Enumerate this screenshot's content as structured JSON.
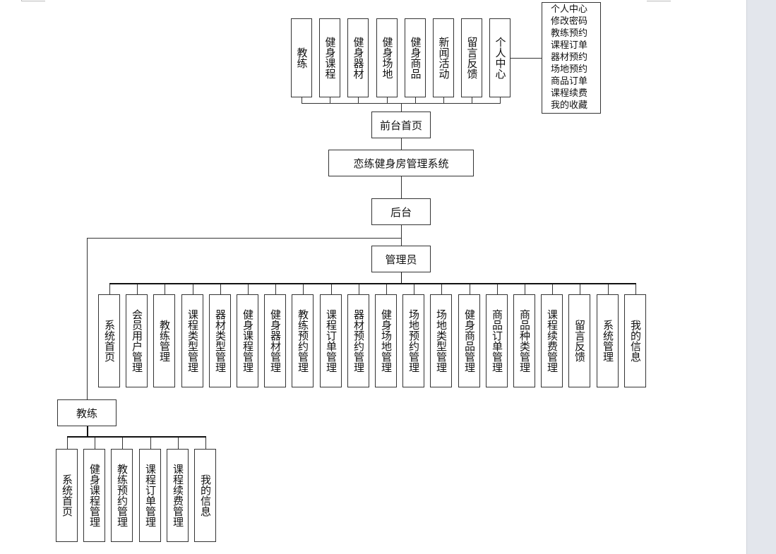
{
  "diagram": {
    "root": "恋练健身房管理系统",
    "frontend": {
      "label": "前台首页",
      "items": [
        "教练",
        "健身课程",
        "健身器材",
        "健身场地",
        "健身商品",
        "新闻活动",
        "留言反馈",
        "个人中心"
      ],
      "personal_center_items": [
        "个人中心",
        "修改密码",
        "教练预约",
        "课程订单",
        "器材预约",
        "场地预约",
        "商品订单",
        "课程续费",
        "我的收藏"
      ]
    },
    "backend": {
      "label": "后台",
      "admin": {
        "label": "管理员",
        "items": [
          "系统首页",
          "会员用户管理",
          "教练管理",
          "课程类型管理",
          "器材类型管理",
          "健身课程管理",
          "健身器材管理",
          "教练预约管理",
          "课程订单管理",
          "器材预约管理",
          "健身场地管理",
          "场地预约管理",
          "场地类型管理",
          "健身商品管理",
          "商品订单管理",
          "商品种类管理",
          "课程续费管理",
          "留言反馈",
          "系统管理",
          "我的信息"
        ]
      },
      "coach": {
        "label": "教练",
        "items": [
          "系统首页",
          "健身课程管理",
          "教练预约管理",
          "课程订单管理",
          "课程续费管理",
          "我的信息"
        ]
      }
    }
  }
}
